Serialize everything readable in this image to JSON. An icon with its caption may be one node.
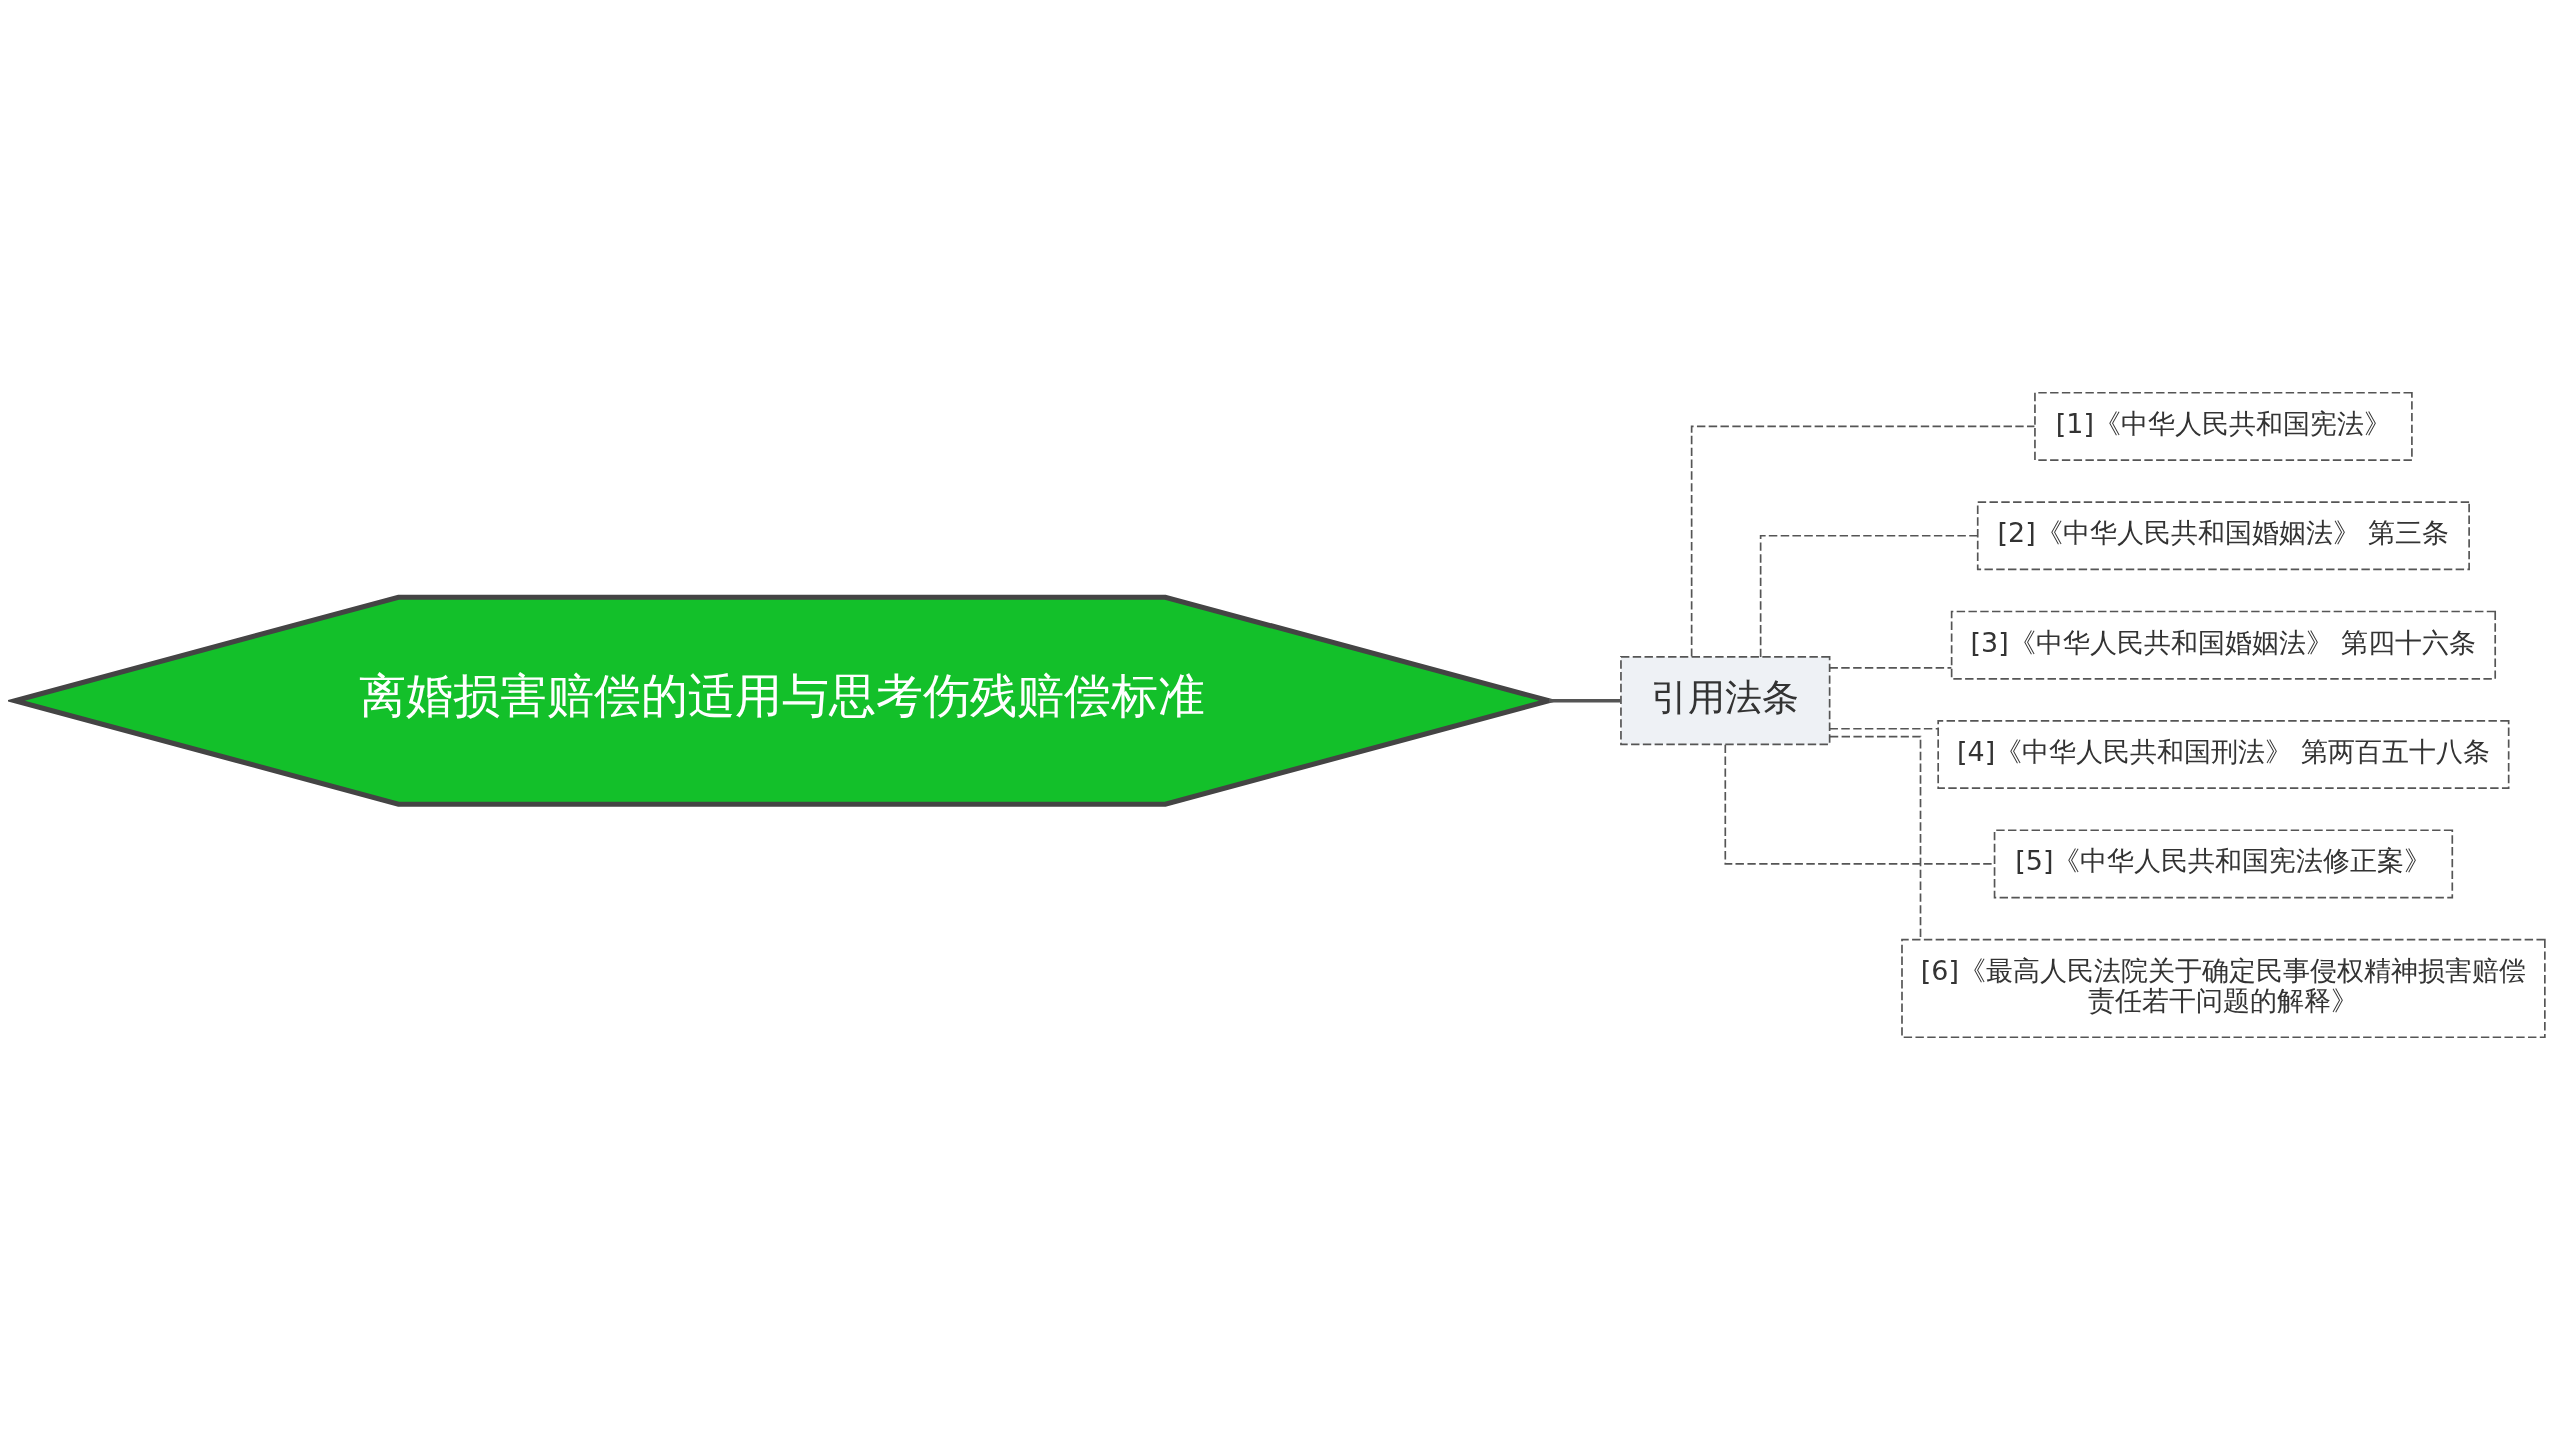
{
  "diagram": {
    "nodes": [
      {
        "text": [
          "离婚损害赔偿的适用与思考伤残赔偿标准"
        ]
      },
      {
        "text": [
          "引用法条"
        ]
      },
      {
        "text": [
          "[1]《中华人民共和国宪法》"
        ]
      },
      {
        "text": [
          "[2]《中华人民共和国婚姻法》 第三条"
        ]
      },
      {
        "text": [
          "[3]《中华人民共和国婚姻法》 第四十六条"
        ]
      },
      {
        "text": [
          "[4]《中华人民共和国刑法》 第两百五十八条"
        ]
      },
      {
        "text": [
          "[5]《中华人民共和国宪法修正案》"
        ]
      },
      {
        "text": [
          "[6]《最高人民法院关于确定民事侵权精神损害赔偿责任若干问题的解释》"
        ]
      }
    ],
    "edges": [
      {
        "from": 0,
        "to": 1,
        "arrow": "none"
      },
      {
        "from": 1,
        "to": 2,
        "arrow": "none",
        "style": "dashed"
      },
      {
        "from": 1,
        "to": 3,
        "arrow": "none",
        "style": "dashed"
      },
      {
        "from": 1,
        "to": 4,
        "arrow": "none",
        "style": "dashed"
      },
      {
        "from": 1,
        "to": 5,
        "arrow": "none",
        "style": "dashed"
      },
      {
        "from": 1,
        "to": 6,
        "arrow": "none",
        "style": "dashed"
      },
      {
        "from": 1,
        "to": 7,
        "arrow": "none",
        "style": "dashed"
      }
    ]
  }
}
